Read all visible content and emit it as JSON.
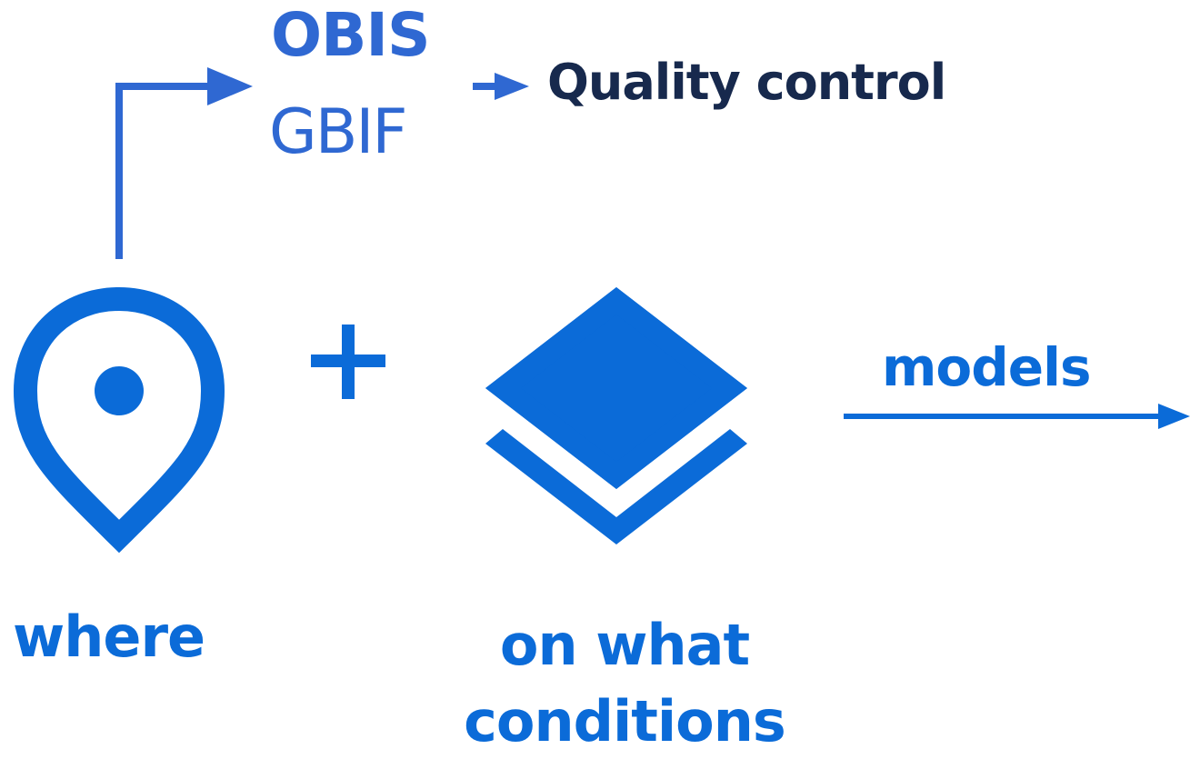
{
  "sources": {
    "primary": "OBIS",
    "secondary": "GBIF"
  },
  "quality_control": "Quality control",
  "models_label": "models",
  "where_label": "where",
  "conditions_label": {
    "line1": "on what",
    "line2": "conditions"
  },
  "colors": {
    "primary_blue": "#0b6bd8",
    "source_blue": "#2f68d2",
    "dark_navy": "#17294d"
  },
  "icons": [
    "location-pin-icon",
    "plus-icon",
    "layers-icon"
  ]
}
